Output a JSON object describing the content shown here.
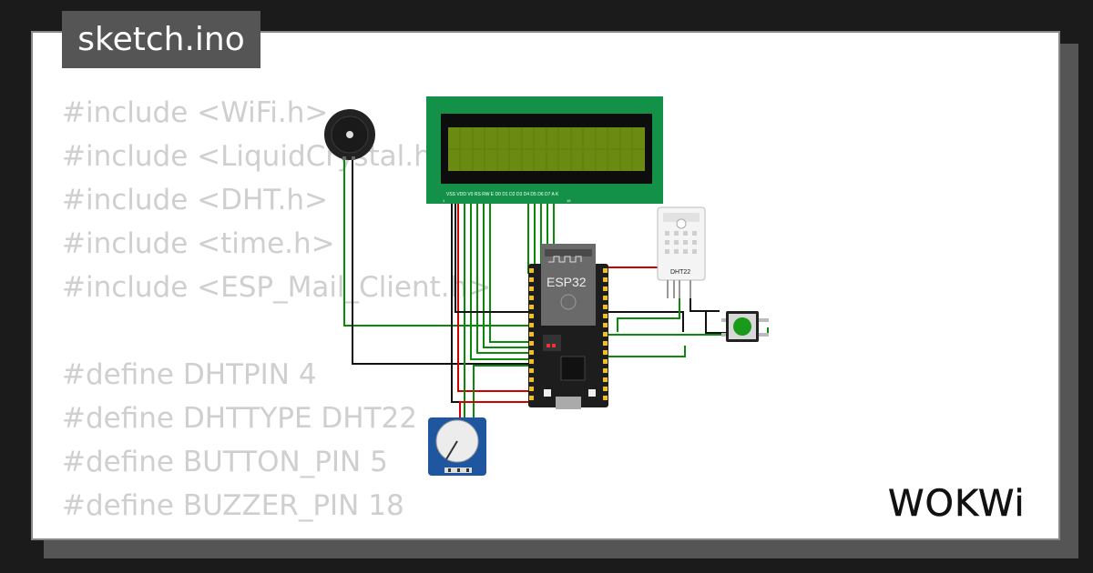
{
  "project": {
    "filename": "sketch.ino"
  },
  "code_lines": [
    "#include <WiFi.h>",
    "#include <LiquidCrystal.h>",
    "#include <DHT.h>",
    "#include <time.h>",
    "#include <ESP_Mail_Client.h>",
    "",
    "#define DHTPIN 4",
    "#define DHTTYPE DHT22",
    "#define BUTTON_PIN 5",
    "#define BUZZER_PIN 18"
  ],
  "components": {
    "mcu_label": "ESP32",
    "sensor_label": "DHT22",
    "lcd_pins": "VSS VDD V0 RS RW E D0 D1 D2 D3 D4 D5 D6 D7 A K",
    "lcd_pin_first": "1",
    "lcd_pin_last": "16"
  },
  "brand": {
    "logo_text": "WOKWi"
  },
  "colors": {
    "background": "#1b1b1b",
    "card": "#ffffff",
    "code_text": "#cfcfcf",
    "lcd_board": "#149148",
    "lcd_screen": "#6b8a12",
    "esp32_board": "#1d1d1d",
    "wire_green": "#0a8a0a",
    "wire_red": "#d00000",
    "wire_black": "#111111",
    "potentiometer": "#1e56a0",
    "button_cap": "#1a9a1a"
  }
}
